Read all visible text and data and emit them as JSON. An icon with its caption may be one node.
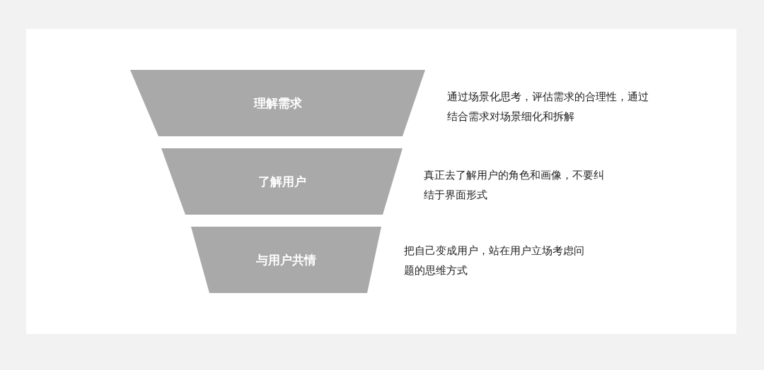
{
  "diagram": {
    "nodes": [
      {
        "text": [
          "理解需求"
        ],
        "beside": [
          "通过场景化思考，评估需求的合理性，通过结合需求对场景细化和拆解"
        ]
      },
      {
        "text": [
          "了解用户"
        ],
        "beside": [
          "真正去了解用户的角色和画像，不要纠结于界面形式"
        ]
      },
      {
        "text": [
          "与用户共情"
        ],
        "beside": [
          "把自己变成用户，站在用户立场考虑问题的思维方式"
        ]
      }
    ]
  }
}
